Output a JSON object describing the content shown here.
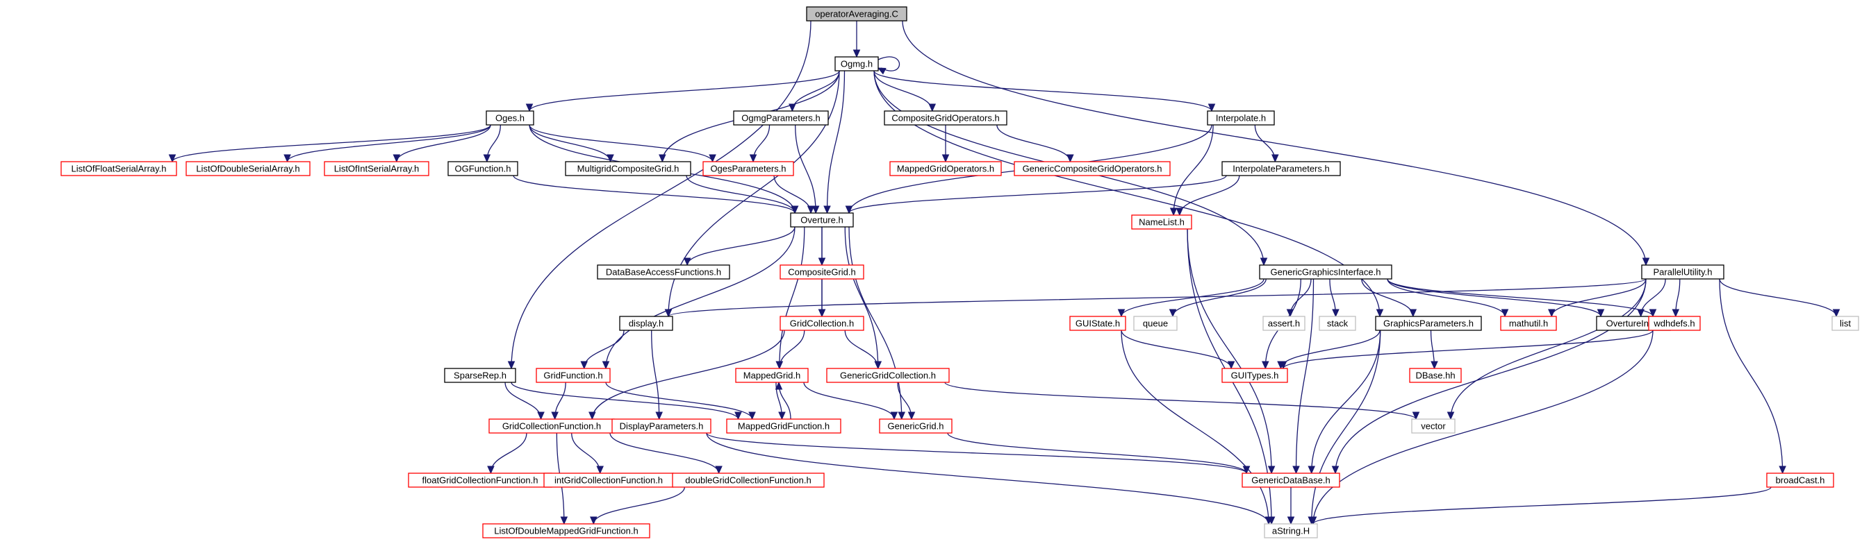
{
  "colors": {
    "edge": "#191970",
    "node_border_black": "#000000",
    "node_border_red": "#ff0000",
    "node_border_gray": "#bfbfbf",
    "root_fill": "#bfbfbf"
  },
  "nodes": [
    {
      "id": "operatorAveraging",
      "label": "operatorAveraging.C",
      "style": "root"
    },
    {
      "id": "Ogmg",
      "label": "Ogmg.h",
      "style": "black"
    },
    {
      "id": "Oges",
      "label": "Oges.h",
      "style": "black"
    },
    {
      "id": "OgmgParameters",
      "label": "OgmgParameters.h",
      "style": "black"
    },
    {
      "id": "CompositeGridOperators",
      "label": "CompositeGridOperators.h",
      "style": "black"
    },
    {
      "id": "Interpolate",
      "label": "Interpolate.h",
      "style": "black"
    },
    {
      "id": "ListOfFloatSerialArray",
      "label": "ListOfFloatSerialArray.h",
      "style": "red"
    },
    {
      "id": "ListOfDoubleSerialArray",
      "label": "ListOfDoubleSerialArray.h",
      "style": "red"
    },
    {
      "id": "ListOfIntSerialArray",
      "label": "ListOfIntSerialArray.h",
      "style": "red"
    },
    {
      "id": "OGFunction",
      "label": "OGFunction.h",
      "style": "black"
    },
    {
      "id": "MultigridCompositeGrid",
      "label": "MultigridCompositeGrid.h",
      "style": "black"
    },
    {
      "id": "OgesParameters",
      "label": "OgesParameters.h",
      "style": "red"
    },
    {
      "id": "MappedGridOperators",
      "label": "MappedGridOperators.h",
      "style": "red"
    },
    {
      "id": "GenericCompositeGridOperators",
      "label": "GenericCompositeGridOperators.h",
      "style": "red"
    },
    {
      "id": "InterpolateParameters",
      "label": "InterpolateParameters.h",
      "style": "black"
    },
    {
      "id": "Overture",
      "label": "Overture.h",
      "style": "black"
    },
    {
      "id": "NameList",
      "label": "NameList.h",
      "style": "red"
    },
    {
      "id": "DataBaseAccessFunctions",
      "label": "DataBaseAccessFunctions.h",
      "style": "black"
    },
    {
      "id": "CompositeGrid",
      "label": "CompositeGrid.h",
      "style": "red"
    },
    {
      "id": "GenericGraphicsInterface",
      "label": "GenericGraphicsInterface.h",
      "style": "black"
    },
    {
      "id": "ParallelUtility",
      "label": "ParallelUtility.h",
      "style": "black"
    },
    {
      "id": "display",
      "label": "display.h",
      "style": "black"
    },
    {
      "id": "GridCollection",
      "label": "GridCollection.h",
      "style": "red"
    },
    {
      "id": "GUIState",
      "label": "GUIState.h",
      "style": "red"
    },
    {
      "id": "queue",
      "label": "queue",
      "style": "gray"
    },
    {
      "id": "assert",
      "label": "assert.h",
      "style": "gray"
    },
    {
      "id": "stack",
      "label": "stack",
      "style": "gray"
    },
    {
      "id": "GraphicsParameters",
      "label": "GraphicsParameters.h",
      "style": "black"
    },
    {
      "id": "mathutil",
      "label": "mathutil.h",
      "style": "red"
    },
    {
      "id": "OvertureInit",
      "label": "OvertureInit.h",
      "style": "black"
    },
    {
      "id": "wdhdefs",
      "label": "wdhdefs.h",
      "style": "red"
    },
    {
      "id": "list",
      "label": "list",
      "style": "gray"
    },
    {
      "id": "SparseRep",
      "label": "SparseRep.h",
      "style": "black"
    },
    {
      "id": "GridFunction",
      "label": "GridFunction.h",
      "style": "red"
    },
    {
      "id": "MappedGrid",
      "label": "MappedGrid.h",
      "style": "red"
    },
    {
      "id": "GenericGridCollection",
      "label": "GenericGridCollection.h",
      "style": "red"
    },
    {
      "id": "GUITypes",
      "label": "GUITypes.h",
      "style": "red"
    },
    {
      "id": "DBase",
      "label": "DBase.hh",
      "style": "red"
    },
    {
      "id": "GridCollectionFunction",
      "label": "GridCollectionFunction.h",
      "style": "red"
    },
    {
      "id": "DisplayParameters",
      "label": "DisplayParameters.h",
      "style": "red"
    },
    {
      "id": "MappedGridFunction",
      "label": "MappedGridFunction.h",
      "style": "red"
    },
    {
      "id": "GenericGrid",
      "label": "GenericGrid.h",
      "style": "red"
    },
    {
      "id": "vector",
      "label": "vector",
      "style": "gray"
    },
    {
      "id": "floatGridCollectionFunction",
      "label": "floatGridCollectionFunction.h",
      "style": "red"
    },
    {
      "id": "intGridCollectionFunction",
      "label": "intGridCollectionFunction.h",
      "style": "red"
    },
    {
      "id": "doubleGridCollectionFunction",
      "label": "doubleGridCollectionFunction.h",
      "style": "red"
    },
    {
      "id": "GenericDataBase",
      "label": "GenericDataBase.h",
      "style": "red"
    },
    {
      "id": "broadCast",
      "label": "broadCast.h",
      "style": "red"
    },
    {
      "id": "ListOfDoubleMappedGridFunction",
      "label": "ListOfDoubleMappedGridFunction.h",
      "style": "red"
    },
    {
      "id": "aString",
      "label": "aString.H",
      "style": "gray"
    }
  ],
  "edges": [
    [
      "operatorAveraging",
      "Ogmg"
    ],
    [
      "operatorAveraging",
      "SparseRep"
    ],
    [
      "operatorAveraging",
      "ParallelUtility"
    ],
    [
      "Ogmg",
      "Ogmg"
    ],
    [
      "Ogmg",
      "Oges"
    ],
    [
      "Ogmg",
      "OgmgParameters"
    ],
    [
      "Ogmg",
      "CompositeGridOperators"
    ],
    [
      "Ogmg",
      "Interpolate"
    ],
    [
      "Ogmg",
      "MultigridCompositeGrid"
    ],
    [
      "Ogmg",
      "Overture"
    ],
    [
      "Ogmg",
      "display"
    ],
    [
      "Ogmg",
      "GenericGraphicsInterface"
    ],
    [
      "Ogmg",
      "GraphicsParameters"
    ],
    [
      "Oges",
      "ListOfFloatSerialArray"
    ],
    [
      "Oges",
      "ListOfDoubleSerialArray"
    ],
    [
      "Oges",
      "ListOfIntSerialArray"
    ],
    [
      "Oges",
      "OGFunction"
    ],
    [
      "Oges",
      "MultigridCompositeGrid"
    ],
    [
      "Oges",
      "OgesParameters"
    ],
    [
      "Oges",
      "Overture"
    ],
    [
      "OgmgParameters",
      "OgesParameters"
    ],
    [
      "OgmgParameters",
      "Overture"
    ],
    [
      "CompositeGridOperators",
      "MappedGridOperators"
    ],
    [
      "CompositeGridOperators",
      "GenericCompositeGridOperators"
    ],
    [
      "Interpolate",
      "InterpolateParameters"
    ],
    [
      "Interpolate",
      "Overture"
    ],
    [
      "Interpolate",
      "NameList"
    ],
    [
      "OGFunction",
      "Overture"
    ],
    [
      "MultigridCompositeGrid",
      "Overture"
    ],
    [
      "OgesParameters",
      "Overture"
    ],
    [
      "InterpolateParameters",
      "Overture"
    ],
    [
      "InterpolateParameters",
      "NameList"
    ],
    [
      "Overture",
      "DataBaseAccessFunctions"
    ],
    [
      "Overture",
      "CompositeGrid"
    ],
    [
      "Overture",
      "GridCollection"
    ],
    [
      "Overture",
      "GridFunction"
    ],
    [
      "Overture",
      "MappedGrid"
    ],
    [
      "Overture",
      "GenericGridCollection"
    ],
    [
      "Overture",
      "GenericGrid"
    ],
    [
      "NameList",
      "GenericDataBase"
    ],
    [
      "NameList",
      "aString"
    ],
    [
      "CompositeGrid",
      "GridCollection"
    ],
    [
      "GridCollection",
      "MappedGrid"
    ],
    [
      "GridCollection",
      "GenericGridCollection"
    ],
    [
      "GridCollection",
      "GridCollectionFunction"
    ],
    [
      "GenericGraphicsInterface",
      "GUIState"
    ],
    [
      "GenericGraphicsInterface",
      "queue"
    ],
    [
      "GenericGraphicsInterface",
      "assert"
    ],
    [
      "GenericGraphicsInterface",
      "stack"
    ],
    [
      "GenericGraphicsInterface",
      "GraphicsParameters"
    ],
    [
      "GenericGraphicsInterface",
      "mathutil"
    ],
    [
      "GenericGraphicsInterface",
      "OvertureInit"
    ],
    [
      "GenericGraphicsInterface",
      "wdhdefs"
    ],
    [
      "GenericGraphicsInterface",
      "GUITypes"
    ],
    [
      "GenericGraphicsInterface",
      "GenericDataBase"
    ],
    [
      "ParallelUtility",
      "display"
    ],
    [
      "ParallelUtility",
      "mathutil"
    ],
    [
      "ParallelUtility",
      "OvertureInit"
    ],
    [
      "ParallelUtility",
      "wdhdefs"
    ],
    [
      "ParallelUtility",
      "list"
    ],
    [
      "ParallelUtility",
      "vector"
    ],
    [
      "ParallelUtility",
      "GenericDataBase"
    ],
    [
      "ParallelUtility",
      "broadCast"
    ],
    [
      "display",
      "GridFunction"
    ],
    [
      "display",
      "DisplayParameters"
    ],
    [
      "GUIState",
      "GUITypes"
    ],
    [
      "GUIState",
      "aString"
    ],
    [
      "GraphicsParameters",
      "GUITypes"
    ],
    [
      "GraphicsParameters",
      "DBase"
    ],
    [
      "GraphicsParameters",
      "GenericDataBase"
    ],
    [
      "GraphicsParameters",
      "aString"
    ],
    [
      "wdhdefs",
      "GUITypes"
    ],
    [
      "wdhdefs",
      "aString"
    ],
    [
      "SparseRep",
      "GridCollectionFunction"
    ],
    [
      "SparseRep",
      "MappedGridFunction"
    ],
    [
      "GridFunction",
      "GridCollectionFunction"
    ],
    [
      "GridFunction",
      "MappedGridFunction"
    ],
    [
      "MappedGrid",
      "MappedGridFunction"
    ],
    [
      "MappedGridFunction",
      "MappedGrid"
    ],
    [
      "MappedGrid",
      "GenericGrid"
    ],
    [
      "GenericGridCollection",
      "GenericGrid"
    ],
    [
      "GenericGridCollection",
      "vector"
    ],
    [
      "GridCollectionFunction",
      "floatGridCollectionFunction"
    ],
    [
      "GridCollectionFunction",
      "intGridCollectionFunction"
    ],
    [
      "GridCollectionFunction",
      "doubleGridCollectionFunction"
    ],
    [
      "GridCollectionFunction",
      "ListOfDoubleMappedGridFunction"
    ],
    [
      "DisplayParameters",
      "GenericDataBase"
    ],
    [
      "DisplayParameters",
      "aString"
    ],
    [
      "GenericGrid",
      "GenericDataBase"
    ],
    [
      "doubleGridCollectionFunction",
      "ListOfDoubleMappedGridFunction"
    ],
    [
      "GenericDataBase",
      "aString"
    ],
    [
      "broadCast",
      "aString"
    ]
  ]
}
